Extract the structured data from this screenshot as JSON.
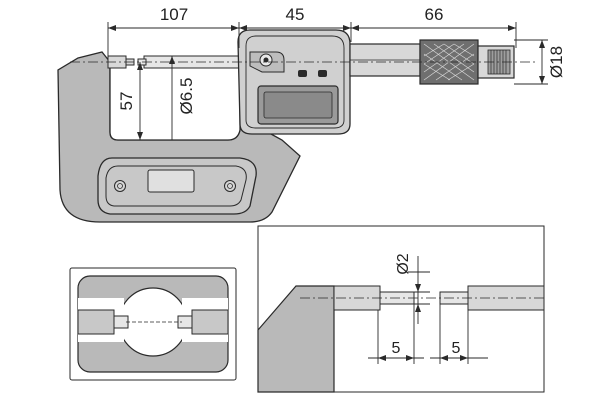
{
  "dimensions": {
    "frame_span": "107",
    "head_length": "45",
    "thimble_length": "66",
    "thimble_diameter": "Ø18",
    "throat_depth": "57",
    "spindle_diameter": "Ø6.5",
    "tip_diameter": "Ø2",
    "tip_length_left": "5",
    "tip_length_right": "5"
  },
  "colors": {
    "frame_fill": "#b9b9b9",
    "line": "#2a2a2a",
    "head_fill": "#d0d0d0",
    "display_fill": "#9a9a9a",
    "knurl_fill": "#6f6f6f"
  }
}
